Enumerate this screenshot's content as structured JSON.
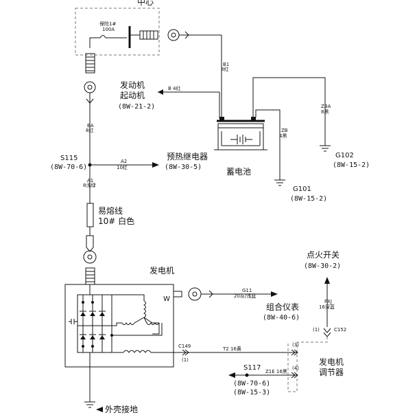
{
  "labels": {
    "top_title": "中心",
    "fuse_name": "保险1#",
    "fuse_rating": "100A",
    "starter_name": "发动机",
    "starter_name2": "起动机",
    "starter_ref": "(8W-21-2)",
    "starter_wire": "B 4红",
    "b1_id": "B1",
    "b1_color": "8红",
    "ba_id": "BA",
    "ba_color": "8红",
    "s115_name": "S115",
    "s115_ref": "(8W-70-6)",
    "a2_id": "A2",
    "a2_color": "10红",
    "preheat_name": "预热继电器",
    "preheat_ref": "(8W-30-5)",
    "a1_id": "A1",
    "a1_color": "8浅绿",
    "fusible_name": "易熔线",
    "fusible_desc": "10# 白色",
    "battery_name": "蓄电池",
    "zb_id": "ZB",
    "zb_color": "4黑",
    "zba_id": "ZBA",
    "zba_color": "8黑",
    "g101_name": "G101",
    "g101_ref": "(8W-15-2)",
    "g102_name": "G102",
    "g102_ref": "(8W-15-2)",
    "alt_name": "发电机",
    "w_terminal": "W",
    "g11_id": "G11",
    "g11_color": "20灰/浅蓝",
    "cluster_name": "组合仪表",
    "cluster_ref": "(8W-40-6)",
    "ign_name": "点火开关",
    "ign_ref": "(8W-30-2)",
    "fxj_id": "FXJ",
    "fxj_color": "16深蓝",
    "c152": "C152",
    "pin1_top": "(1)",
    "c149": "C149",
    "pin1_left": "(1)",
    "t2_wire": "T2 16黄",
    "pin3": "(3)",
    "pin4": "(4)",
    "reg_name": "发电机",
    "reg_name2": "调节器",
    "s117_name": "S117",
    "z1e_wire": "Z1E 16黑",
    "s117_ref1": "(8W-70-6)",
    "s117_ref2": "(8W-15-3)",
    "case_ground": "外壳接地"
  }
}
